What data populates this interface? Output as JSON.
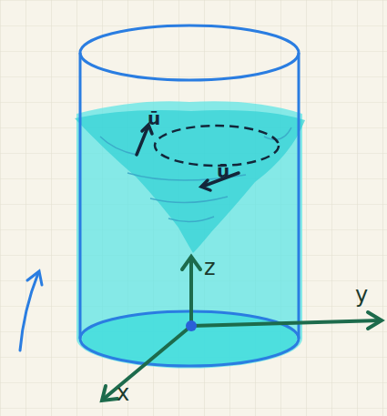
{
  "diagram": {
    "labels": [
      "ū",
      "ū",
      "z",
      "y",
      "x"
    ]
  }
}
